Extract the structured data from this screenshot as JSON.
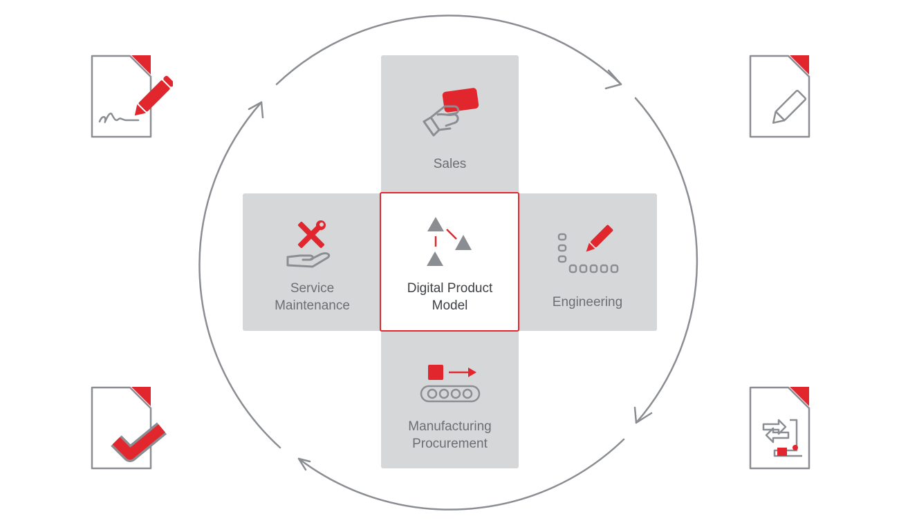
{
  "diagram": {
    "center": {
      "label_line1": "Digital Product",
      "label_line2": "Model",
      "icon": "network-triangles-icon"
    },
    "segments": {
      "top": {
        "label": "Sales",
        "icon": "handshake-card-icon"
      },
      "right": {
        "label": "Engineering",
        "icon": "pencil-dots-icon"
      },
      "bottom": {
        "label_line1": "Manufacturing",
        "label_line2": "Procurement",
        "icon": "conveyor-belt-icon"
      },
      "left": {
        "label_line1": "Service",
        "label_line2": "Maintenance",
        "icon": "tools-hand-icon"
      }
    },
    "documents": [
      {
        "position": "top-left",
        "icon": "document-signature-icon"
      },
      {
        "position": "top-right",
        "icon": "document-pen-icon"
      },
      {
        "position": "bottom-left",
        "icon": "document-check-icon"
      },
      {
        "position": "bottom-right",
        "icon": "document-transfer-icon"
      }
    ],
    "colors": {
      "accent": "#e1262d",
      "panel": "#d6d7d9",
      "icon_gray": "#8a8d91",
      "ring": "#8a8d91",
      "text": "#6b6e72",
      "center_text": "#3d4044"
    }
  }
}
